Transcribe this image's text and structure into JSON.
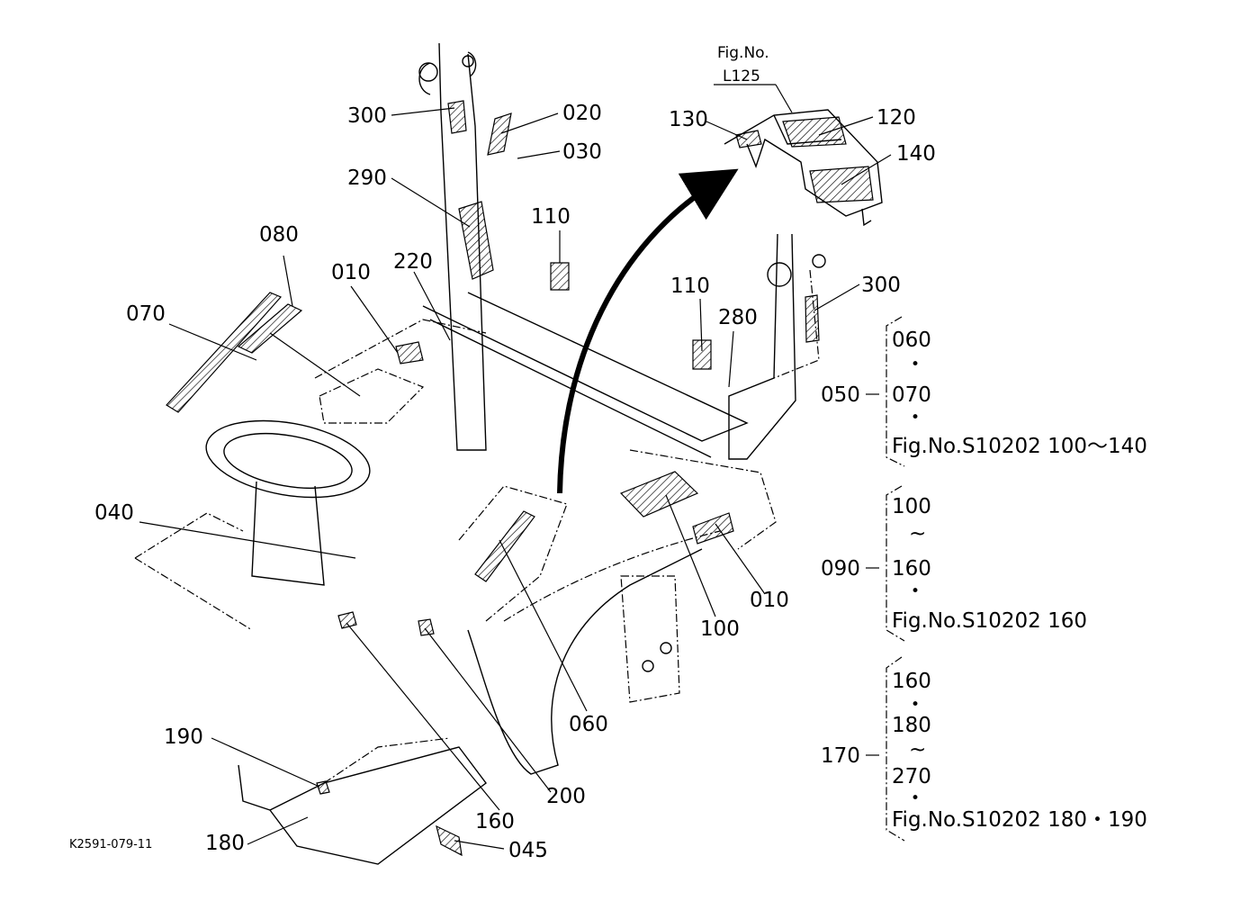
{
  "fig_ref": {
    "title": "Fig.No.",
    "number": "L125"
  },
  "drawing_code": "K2591-079-11",
  "callouts": [
    "300",
    "020",
    "030",
    "290",
    "110",
    "080",
    "010",
    "220",
    "070",
    "130",
    "120",
    "140",
    "110",
    "280",
    "300",
    "040",
    "060",
    "100",
    "010",
    "190",
    "160",
    "200",
    "180",
    "045"
  ],
  "brackets": [
    {
      "parent": "050",
      "lines": [
        "060",
        "•",
        "070",
        "•",
        "Fig.No.S10202  100～140"
      ]
    },
    {
      "parent": "090",
      "lines": [
        "100",
        "~",
        "160",
        "•",
        "Fig.No.S10202  160"
      ]
    },
    {
      "parent": "170",
      "lines": [
        "160",
        "•",
        "180",
        "~",
        "270",
        "•",
        "Fig.No.S10202  180・190"
      ]
    }
  ]
}
